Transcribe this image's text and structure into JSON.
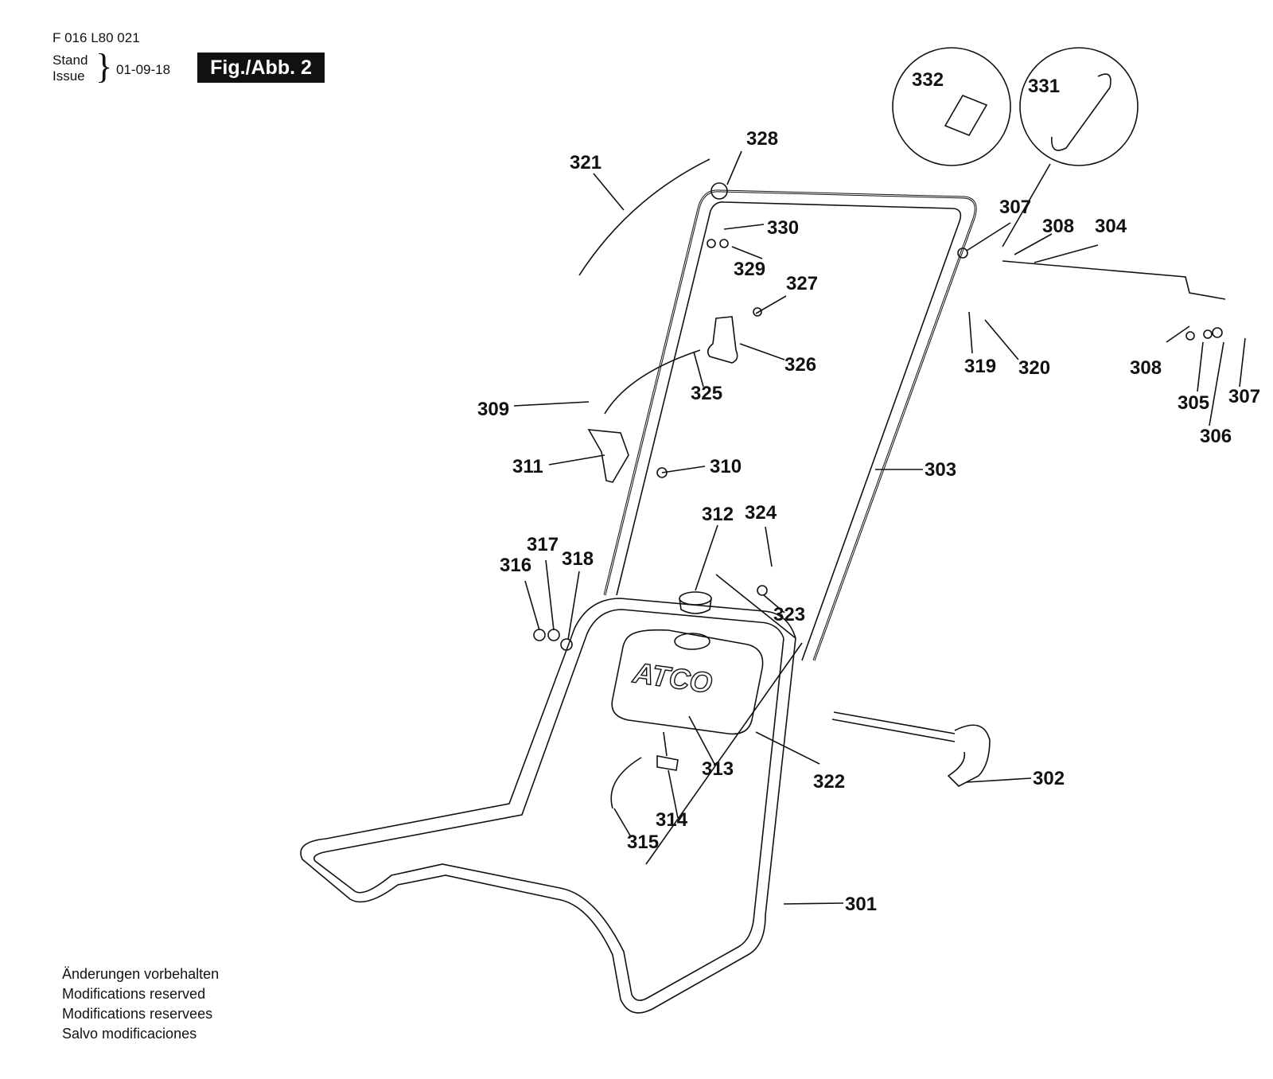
{
  "header": {
    "doc_number": "F 016 L80 021",
    "stand_label": "Stand",
    "issue_label": "Issue",
    "date": "01-09-18",
    "figure_label": "Fig./Abb. 2"
  },
  "footer": {
    "lines": [
      "Änderungen vorbehalten",
      "Modifications reserved",
      "Modifications reservees",
      "Salvo modificaciones"
    ]
  },
  "tank_brand": "ATCO",
  "parts": [
    "301",
    "302",
    "303",
    "304",
    "305",
    "306",
    "307",
    "308",
    "309",
    "310",
    "311",
    "312",
    "313",
    "314",
    "315",
    "316",
    "317",
    "318",
    "319",
    "320",
    "321",
    "322",
    "323",
    "324",
    "325",
    "326",
    "327",
    "328",
    "329",
    "330",
    "331",
    "332"
  ],
  "callouts": {
    "p301": "301",
    "p302": "302",
    "p303": "303",
    "p304": "304",
    "p305": "305",
    "p306": "306",
    "p307a": "307",
    "p307b": "307",
    "p308a": "308",
    "p308b": "308",
    "p309": "309",
    "p310": "310",
    "p311": "311",
    "p312": "312",
    "p313": "313",
    "p314": "314",
    "p315": "315",
    "p316": "316",
    "p317": "317",
    "p318": "318",
    "p319": "319",
    "p320": "320",
    "p321": "321",
    "p322": "322",
    "p323": "323",
    "p324": "324",
    "p325": "325",
    "p326": "326",
    "p327": "327",
    "p328": "328",
    "p329": "329",
    "p330": "330",
    "p331": "331",
    "p332": "332"
  }
}
